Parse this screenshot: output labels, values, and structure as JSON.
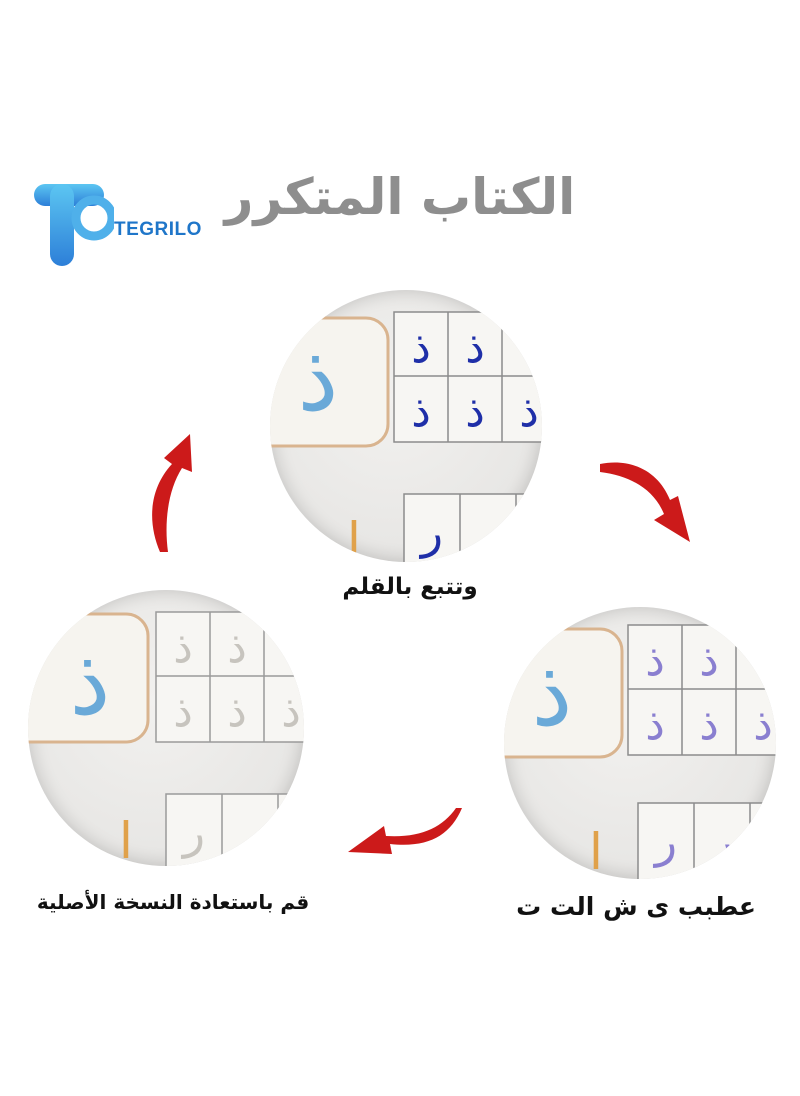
{
  "brand": {
    "name": "TEGRILO"
  },
  "title": "الكتاب المتكرر",
  "steps": [
    {
      "caption": "وتتبع بالقلم"
    },
    {
      "caption": "عطبب ى ش الت ت"
    },
    {
      "caption": "قم باستعادة النسخة الأصلية"
    }
  ],
  "letters": {
    "big": "ذ",
    "grid": "ذ",
    "bottom": "ر",
    "orange": "ا"
  },
  "colors": {
    "arrow": "#cc1a1a",
    "ink_step1": "#1f2fa8",
    "ink_step2": "#8a7fd0",
    "ink_step3": "#c7c4be",
    "big_letter": "#6aa9d8",
    "orange": "#e0a14a",
    "frame": "#d9b48f"
  }
}
